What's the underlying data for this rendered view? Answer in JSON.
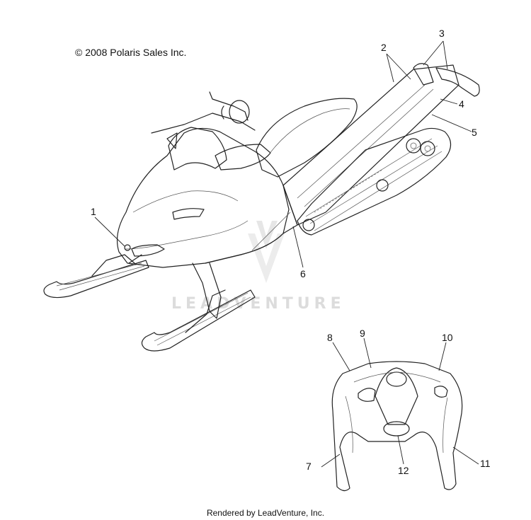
{
  "copyright": "© 2008 Polaris Sales Inc.",
  "footer": "Rendered by LeadVenture, Inc.",
  "watermark": "LEADVENTURE",
  "callouts": [
    "1",
    "2",
    "3",
    "4",
    "5",
    "6",
    "7",
    "8",
    "9",
    "10",
    "11",
    "12"
  ]
}
